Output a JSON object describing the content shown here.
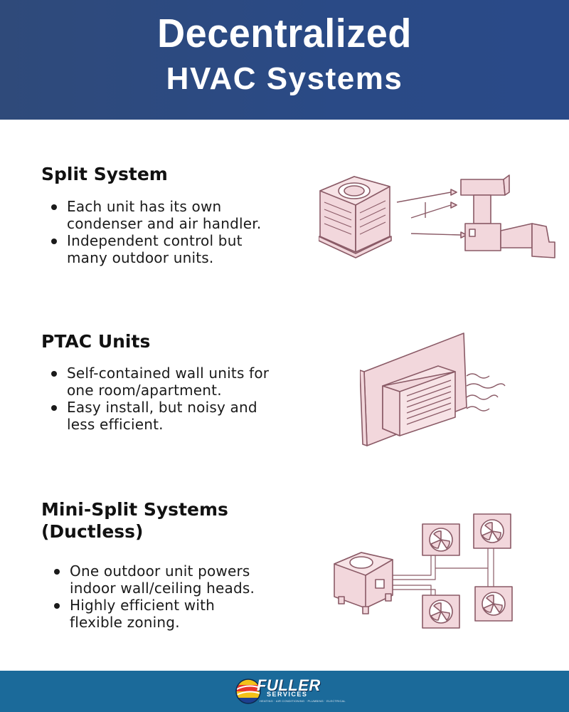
{
  "header": {
    "title_line1": "Decentralized",
    "title_line2": "HVAC Systems"
  },
  "sections": [
    {
      "heading": "Split System",
      "bullets": [
        "Each unit has its own",
        "condenser and air handler.",
        "Independent control but",
        "many outdoor units."
      ]
    },
    {
      "heading": "PTAC Units",
      "bullets": [
        "Self-contained wall units for",
        "one room/apartment.",
        "Easy install, but noisy and",
        "less efficient."
      ]
    },
    {
      "heading_line1": "Mini-Split Systems",
      "heading_line2": "(Ductless)",
      "bullets": [
        "One outdoor unit powers",
        "indoor wall/ceiling heads.",
        "Highly efficient with",
        "flexible zoning."
      ]
    }
  ],
  "footer": {
    "logo_name": "FULLER",
    "logo_sub": "SERVICES",
    "logo_tagline": "HEATING · AIR CONDITIONING · PLUMBING · ELECTRICAL"
  },
  "colors": {
    "header_bg": "#2b4a84",
    "footer_bg": "#1b6a9a",
    "illustration_fill": "#f2d7dc",
    "illustration_stroke": "#8a5a66"
  },
  "icons": [
    "split-system-illustration",
    "ptac-unit-illustration",
    "mini-split-illustration",
    "fuller-logo"
  ]
}
